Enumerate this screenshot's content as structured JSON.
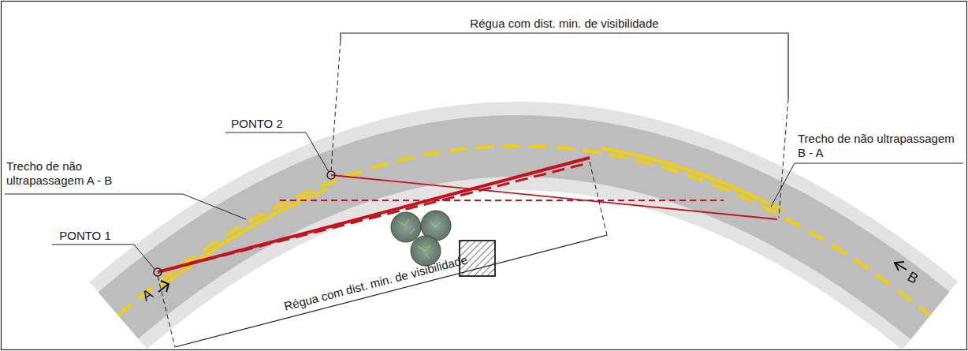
{
  "diagram": {
    "labels": [
      "Régua com dist. min. de visibilidade",
      "PONTO 2",
      "Trecho de não ultrapassagem A - B",
      "Trecho de não ultrapassagem B - A",
      "PONTO 1",
      "Régua com dist. min. de visibilidade",
      "A",
      "B"
    ]
  }
}
